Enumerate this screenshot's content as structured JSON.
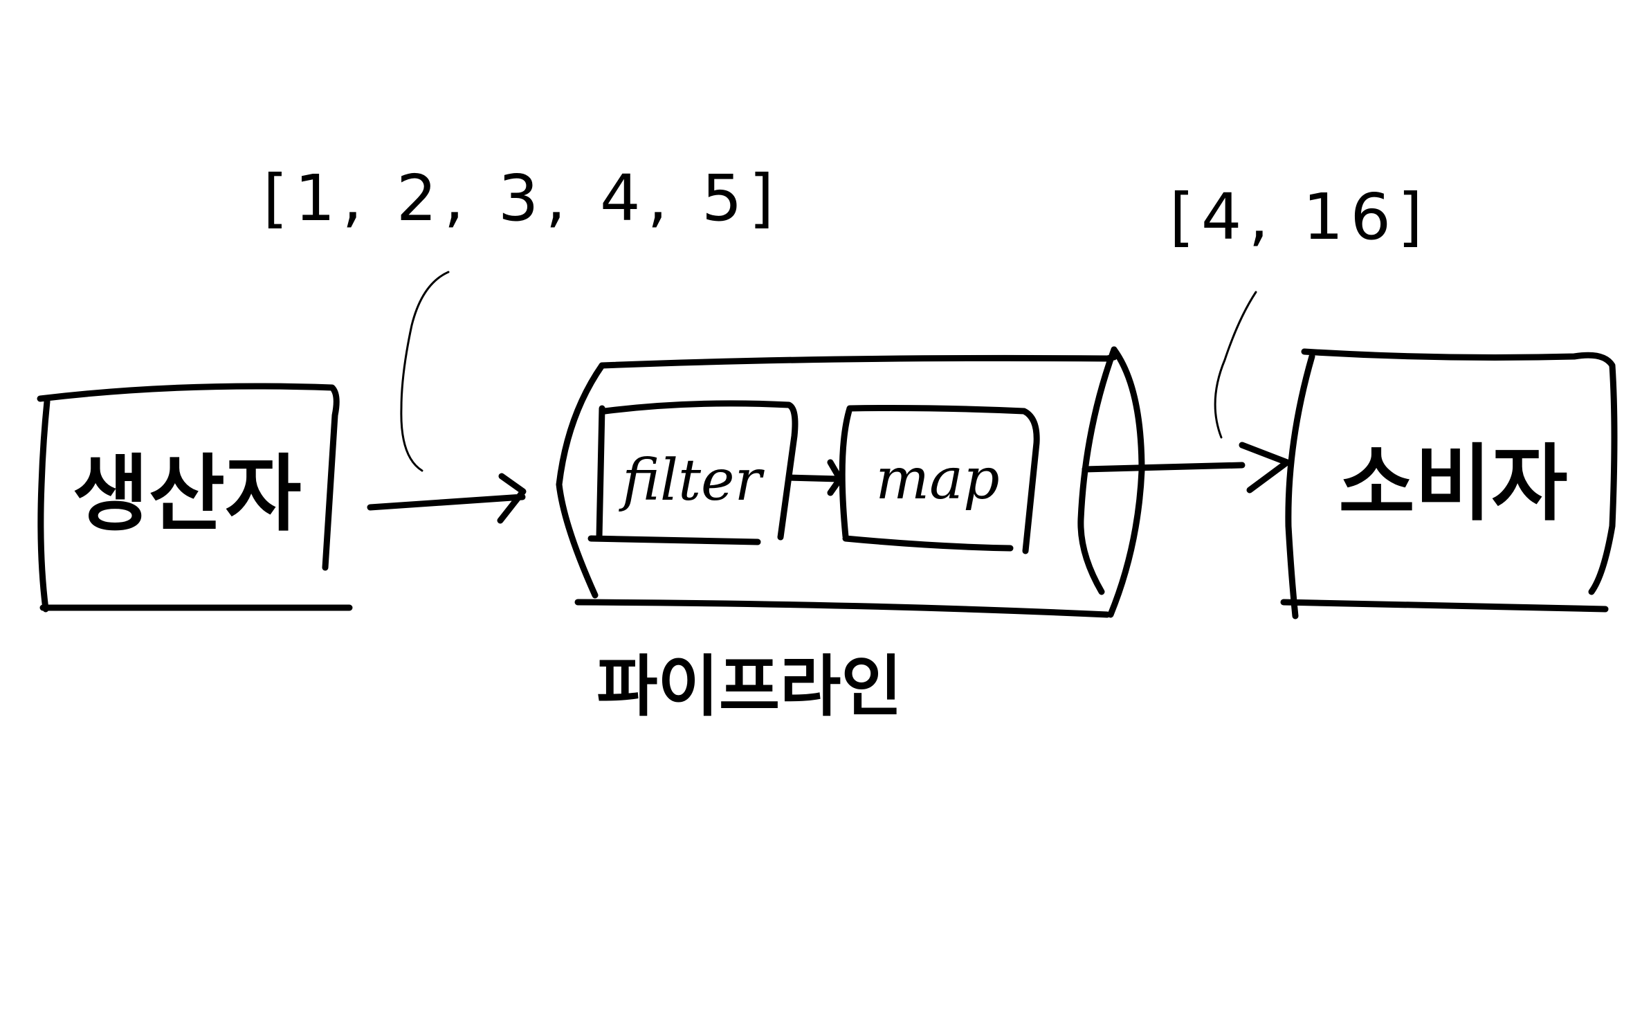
{
  "nodes": {
    "producer": "생산자",
    "pipeline": "파이프라인",
    "filter": "filter",
    "map": "map",
    "consumer": "소비자"
  },
  "annotations": {
    "input": "[1, 2, 3, 4, 5]",
    "output": "[4, 16]"
  }
}
